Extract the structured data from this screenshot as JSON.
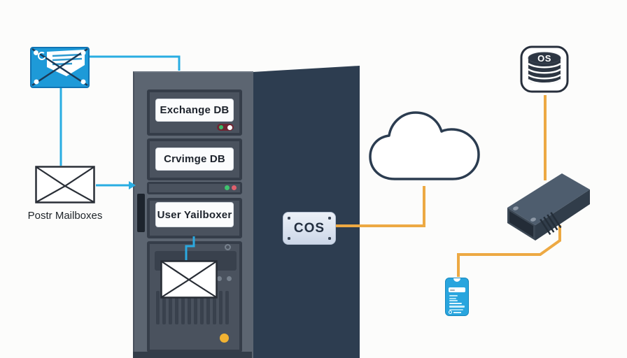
{
  "diagram_type": "email-archiving-architecture",
  "colors": {
    "accent_blue": "#29ade2",
    "accent_orange": "#eda943",
    "server_front": "#5c6571",
    "server_side": "#2d3d50",
    "bay_frame": "#353d49",
    "label_bg": "#fbfcfd",
    "led_green": "#3fc46f",
    "led_red": "#e0606d",
    "led_amber": "#f1b232",
    "mail_blue": "#1e9ad8",
    "phone_blue": "#29a5de",
    "cos_bg": "#dde6f2"
  },
  "server": {
    "bays": [
      {
        "label": "Exchange DB"
      },
      {
        "label": "Crvimge DB"
      },
      {
        "label": "User Yailboxer"
      }
    ]
  },
  "nodes": {
    "mail_source": {
      "icon": "mail-envelope-blue"
    },
    "post_mailboxes": {
      "label": "Postr Mailboxes",
      "icon": "mail-envelope-outline"
    },
    "cos": {
      "label": "COS"
    },
    "cloud": {
      "icon": "cloud-outline"
    },
    "os_database": {
      "label": "OS",
      "icon": "database-stack"
    },
    "storage_appliance": {
      "icon": "disk-appliance"
    },
    "mobile_phone": {
      "icon": "smartphone"
    },
    "internal_mail": {
      "icon": "mail-envelope-outline"
    }
  },
  "edges": [
    {
      "from": "mail_source",
      "to": "server_tower",
      "color": "blue"
    },
    {
      "from": "mail_source",
      "to": "post_mailboxes",
      "color": "blue"
    },
    {
      "from": "post_mailboxes",
      "to": "server_tower",
      "color": "blue",
      "arrow": true
    },
    {
      "from": "user_yailboxer_bay",
      "to": "internal_mail",
      "color": "blue"
    },
    {
      "from": "cos",
      "to": "cloud",
      "color": "orange"
    },
    {
      "from": "os_database",
      "to": "storage_appliance",
      "color": "orange"
    },
    {
      "from": "storage_appliance",
      "to": "mobile_phone",
      "color": "orange"
    }
  ]
}
